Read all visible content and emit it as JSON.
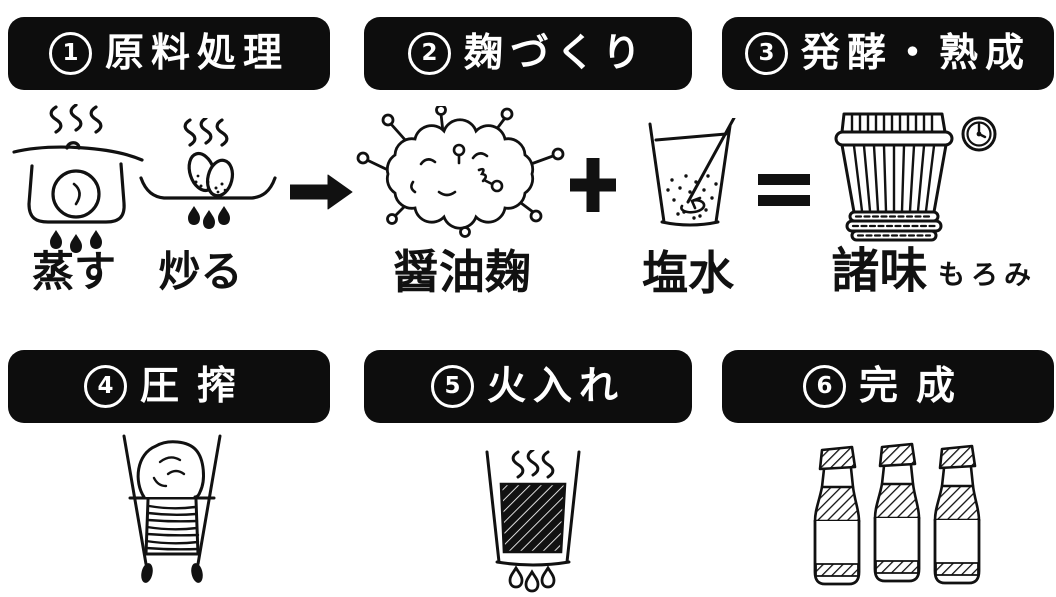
{
  "diagram": {
    "subject": "soy-sauce-production-process"
  },
  "steps": [
    {
      "num": "1",
      "title": "原料処理"
    },
    {
      "num": "2",
      "title": "麹づくり"
    },
    {
      "num": "3",
      "title": "発酵・熟成"
    },
    {
      "num": "4",
      "title": "圧搾"
    },
    {
      "num": "5",
      "title": "火入れ"
    },
    {
      "num": "6",
      "title": "完成"
    }
  ],
  "labels": {
    "steam": "蒸す",
    "roast": "炒る",
    "koji": "醤油麹",
    "brine": "塩水",
    "moromi": "諸味",
    "moromi_furigana": "もろみ"
  },
  "icons": {
    "arrow": "→",
    "plus": "＋",
    "equals": "＝"
  },
  "colors": {
    "ink": "#111111",
    "bar_background": "#0d0d0d",
    "bar_text": "#ffffff",
    "background": "#ffffff"
  }
}
